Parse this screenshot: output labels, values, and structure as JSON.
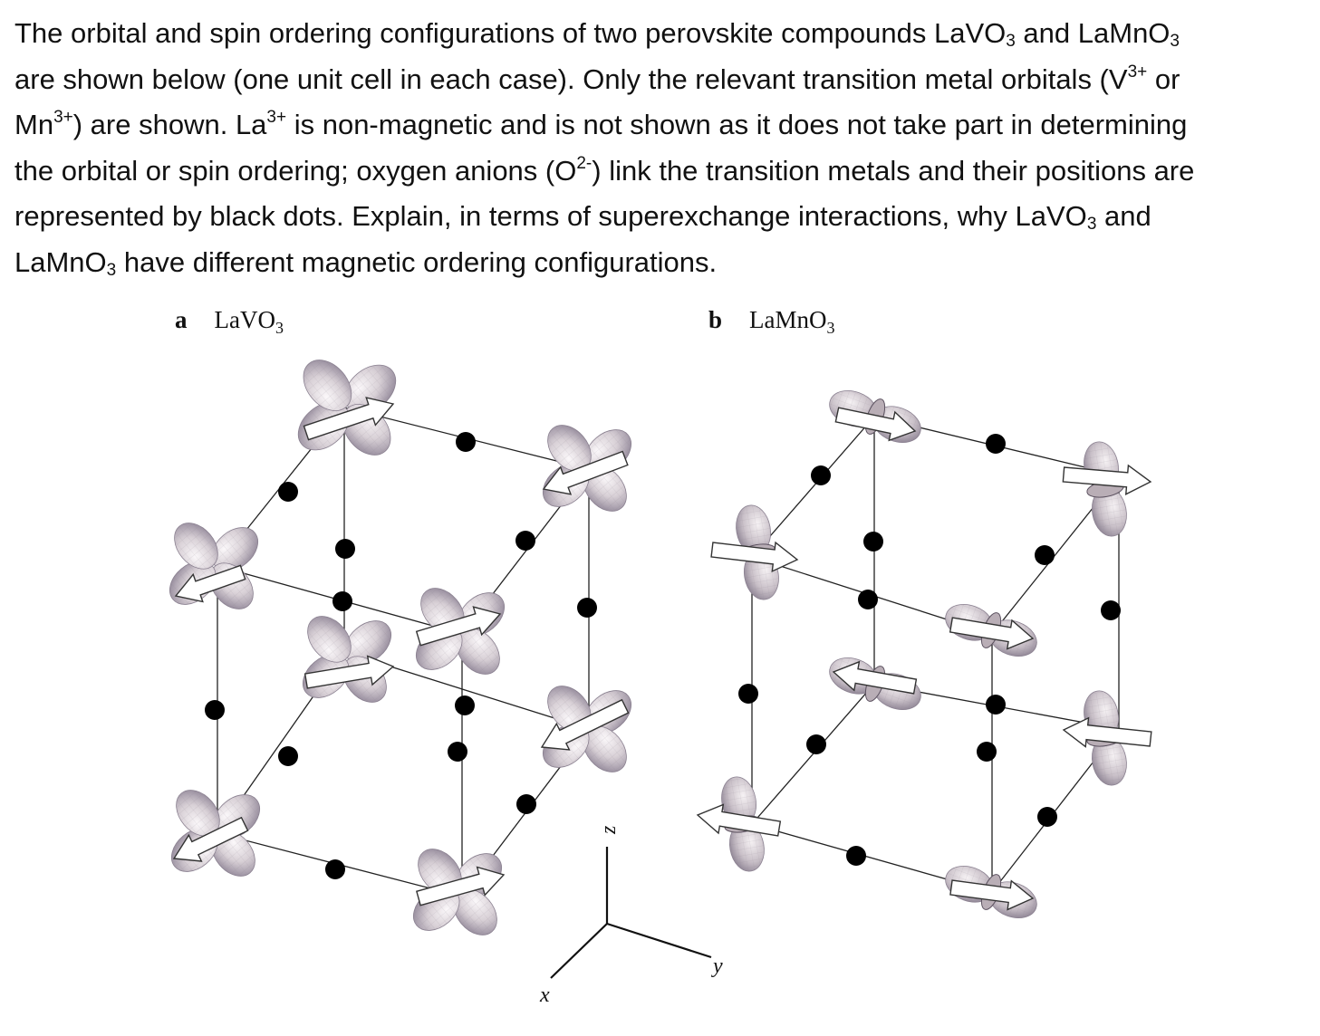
{
  "question": {
    "line1_pre": "The orbital and spin ordering configurations of two perovskite compounds LaVO",
    "line1_mid": " and LaMnO",
    "line2_pre": "are shown below (one unit cell in each case). Only the relevant transition metal orbitals (V",
    "line2_sup": "3+",
    "line2_post": " or",
    "line3_pre": "Mn",
    "line3_sup1": "3+",
    "line3_mid": ") are shown. La",
    "line3_sup2": "3+",
    "line3_post": " is non-magnetic and is not shown as it does not take part in determining",
    "line4_pre": "the orbital or spin ordering; oxygen anions (O",
    "line4_sup": "2-",
    "line4_post": ") link the transition metals and their positions are",
    "line5_pre": "represented by black dots.  Explain, in terms of superexchange interactions, why LaVO",
    "line5_post": " and",
    "line6_pre": "LaMnO",
    "line6_post": " have different magnetic ordering configurations.",
    "subscript3": "3"
  },
  "panels": {
    "a": {
      "letter": "a",
      "formula": "LaVO",
      "formula_sub": "3"
    },
    "b": {
      "letter": "b",
      "formula": "LaMnO",
      "formula_sub": "3"
    }
  },
  "axes": {
    "x": "x",
    "y": "y",
    "z": "z"
  },
  "colors": {
    "orbital_light": "#f4f0f2",
    "orbital_mid": "#cdc5cc",
    "orbital_dark": "#9d93a0",
    "oxygen": "#000000",
    "edge": "#222222"
  }
}
